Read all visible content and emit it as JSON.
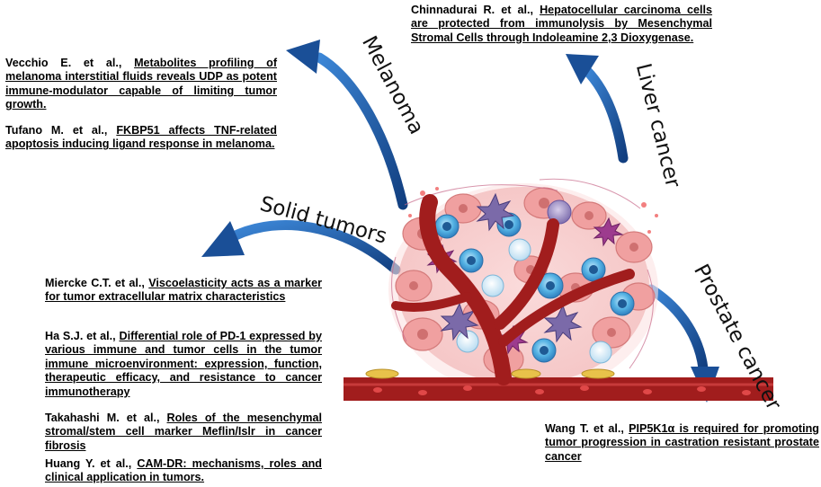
{
  "labels": {
    "melanoma": "Melanoma",
    "liver": "Liver cancer",
    "solid": "Solid tumors",
    "prostate": "Prostate cancer"
  },
  "refs": {
    "vecchio": {
      "authors": "Vecchio E. et al.,",
      "title": "Metabolites profiling of melanoma interstitial fluids reveals UDP as potent immune-modulator capable of limiting tumor growth."
    },
    "tufano": {
      "authors": "Tufano M. et al.,",
      "title": "FKBP51 affects TNF-related apoptosis inducing ligand response in melanoma."
    },
    "chinnadurai": {
      "authors": "Chinnadurai R. et al.,",
      "title": "Hepatocellular carcinoma cells are protected from immunolysis by Mesenchymal Stromal Cells through Indoleamine 2,3 Dioxygenase."
    },
    "miercke": {
      "authors": "Miercke C.T. et al.,",
      "title": "Viscoelasticity acts as a marker for tumor extracellular matrix characteristics"
    },
    "ha": {
      "authors": "Ha S.J. et al.,",
      "title": "Differential role of PD-1 expressed by various immune and tumor cells in the tumor immune microenvironment: expression, function, therapeutic efficacy, and resistance to cancer immunotherapy"
    },
    "takahashi": {
      "authors": "Takahashi M. et al.,",
      "title": "Roles of the mesenchymal stromal/stem cell marker Meflin/Islr in cancer fibrosis"
    },
    "huang": {
      "authors": "Huang Y. et al.,",
      "title": "CAM-DR: mechanisms, roles and clinical application in tumors."
    },
    "wang": {
      "authors": "Wang T. et al.,",
      "title": "PIP5K1α is required for promoting tumor progression in castration resistant prostate cancer"
    }
  },
  "colors": {
    "arrow": "#1f5fae",
    "vessel": "#a11d1d",
    "tumor_cell": "#f2a3a3",
    "immune_blue": "#4aa7dc",
    "immune_purple": "#7a6aa8",
    "myeloid_magenta": "#9a3a8a"
  }
}
